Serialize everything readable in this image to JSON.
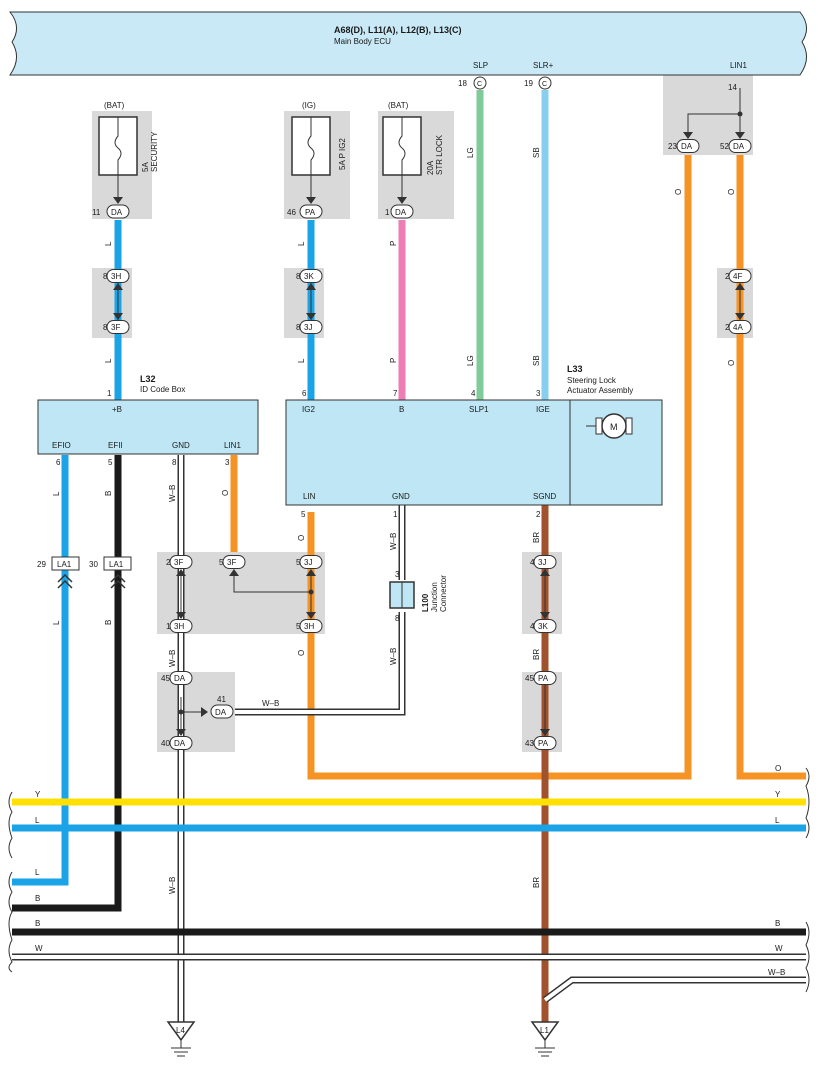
{
  "header": {
    "title": "A68(D), L11(A), L12(B), L13(C)",
    "subtitle": "Main Body ECU",
    "pins": [
      {
        "name": "SLP",
        "num": "18",
        "conn": "C"
      },
      {
        "name": "SLR+",
        "num": "19",
        "conn": "C"
      },
      {
        "name": "LIN1",
        "num": "14",
        "conn": ""
      }
    ]
  },
  "fuses": [
    {
      "source": "(BAT)",
      "name": "5A\nSECURITY",
      "line1": "5A",
      "line2": "SECURITY",
      "pin": "11",
      "conn": "DA"
    },
    {
      "source": "(IG)",
      "name": "5A P IG2",
      "line1": "5A P IG2",
      "line2": "",
      "pin": "46",
      "conn": "PA"
    },
    {
      "source": "(BAT)",
      "name": "20A STR LOCK",
      "line1": "20A",
      "line2": "STR LOCK",
      "pin": "1",
      "conn": "DA"
    }
  ],
  "components": {
    "id_code_box": {
      "code": "L32",
      "name": "ID Code Box",
      "top_pin": {
        "num": "1",
        "name": "+B"
      },
      "bottom_pins": [
        {
          "num": "6",
          "name": "EFIO"
        },
        {
          "num": "5",
          "name": "EFII"
        },
        {
          "num": "8",
          "name": "GND"
        },
        {
          "num": "3",
          "name": "LIN1"
        }
      ]
    },
    "steering_lock": {
      "code": "L33",
      "name_line1": "Steering Lock",
      "name_line2": "Actuator Assembly",
      "top_pins": [
        {
          "num": "6",
          "name": "IG2"
        },
        {
          "num": "7",
          "name": "B"
        },
        {
          "num": "4",
          "name": "SLP1"
        },
        {
          "num": "3",
          "name": "IGE"
        }
      ],
      "bottom_pins": [
        {
          "num": "5",
          "name": "LIN"
        },
        {
          "num": "1",
          "name": "GND"
        },
        {
          "num": "2",
          "name": "SGND"
        }
      ],
      "motor_label": "M"
    },
    "junction": {
      "code": "L100",
      "name_line1": "Junction",
      "name_line2": "Connector",
      "pin_top": "3",
      "pin_bottom": "8"
    }
  },
  "connectors": [
    {
      "id": "c-3h-top",
      "num": "8",
      "label": "3H"
    },
    {
      "id": "c-3f-top",
      "num": "8",
      "label": "3F"
    },
    {
      "id": "c-3k-top",
      "num": "8",
      "label": "3K"
    },
    {
      "id": "c-3j-top",
      "num": "8",
      "label": "3J"
    },
    {
      "id": "c-4f",
      "num": "2",
      "label": "4F"
    },
    {
      "id": "c-4a",
      "num": "2",
      "label": "4A"
    },
    {
      "id": "c-da23",
      "num": "23",
      "label": "DA"
    },
    {
      "id": "c-da52",
      "num": "52",
      "label": "DA"
    },
    {
      "id": "c-la1-29",
      "num": "29",
      "label": "LA1"
    },
    {
      "id": "c-la1-30",
      "num": "30",
      "label": "LA1"
    },
    {
      "id": "c-3f-2",
      "num": "2",
      "label": "3F"
    },
    {
      "id": "c-3f-5",
      "num": "5",
      "label": "3F"
    },
    {
      "id": "c-3j-5",
      "num": "5",
      "label": "3J"
    },
    {
      "id": "c-3h-1",
      "num": "1",
      "label": "3H"
    },
    {
      "id": "c-3h-5",
      "num": "5",
      "label": "3H"
    },
    {
      "id": "c-3j-4",
      "num": "4",
      "label": "3J"
    },
    {
      "id": "c-3k-4",
      "num": "4",
      "label": "3K"
    },
    {
      "id": "c-da45",
      "num": "45",
      "label": "DA"
    },
    {
      "id": "c-da41",
      "num": "41",
      "label": "DA"
    },
    {
      "id": "c-da40",
      "num": "40",
      "label": "DA"
    },
    {
      "id": "c-pa45",
      "num": "45",
      "label": "PA"
    },
    {
      "id": "c-pa43",
      "num": "43",
      "label": "PA"
    }
  ],
  "wire_codes": {
    "L": "L",
    "B": "B",
    "P": "P",
    "LG": "LG",
    "SB": "SB",
    "O": "O",
    "WB": "W–B",
    "BR": "BR",
    "Y": "Y",
    "W": "W"
  },
  "grounds": [
    "L4",
    "L1"
  ],
  "colors": {
    "header_fill": "#c8e9f5",
    "box_fill": "#bfe6f5",
    "shade": "#d9d9d9",
    "L": "#1aa3e6",
    "B": "#1a1a1a",
    "P": "#ee7cb5",
    "LG": "#7fcc9a",
    "SB": "#86cfee",
    "O": "#f59324",
    "Y": "#ffe000",
    "BR": "#a0522d",
    "W": "#ffffff"
  }
}
